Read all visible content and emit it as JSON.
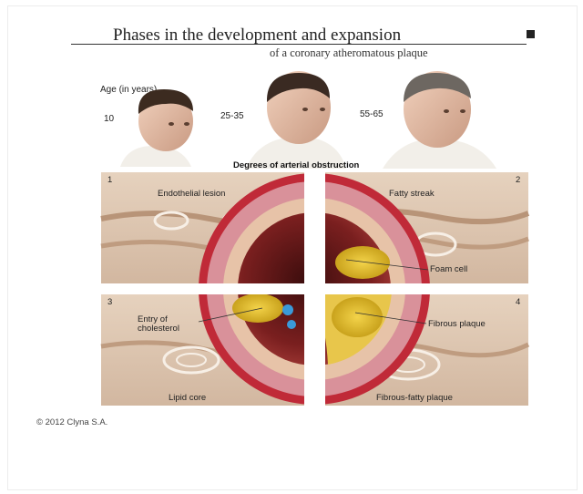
{
  "title": "Phases in the development and expansion",
  "subtitle": "of a coronary atheromatous plaque",
  "age_label": "Age (in years)",
  "ages": [
    "10",
    "25-35",
    "55-65"
  ],
  "obstruction_heading": "Degrees of arterial obstruction",
  "panels": [
    {
      "number": "1",
      "label": "Endothelial lesion"
    },
    {
      "number": "2",
      "label": "Fatty streak"
    },
    {
      "number": "3",
      "label": "Lipid core"
    },
    {
      "number": "4",
      "label": "Fibrous-fatty plaque"
    }
  ],
  "callouts": {
    "foam_cell": "Foam cell",
    "entry_of_cholesterol_1": "Entry of",
    "entry_of_cholesterol_2": "cholesterol",
    "fibrous_plaque": "Fibrous plaque"
  },
  "copyright": "© 2012 Clyna S.A."
}
